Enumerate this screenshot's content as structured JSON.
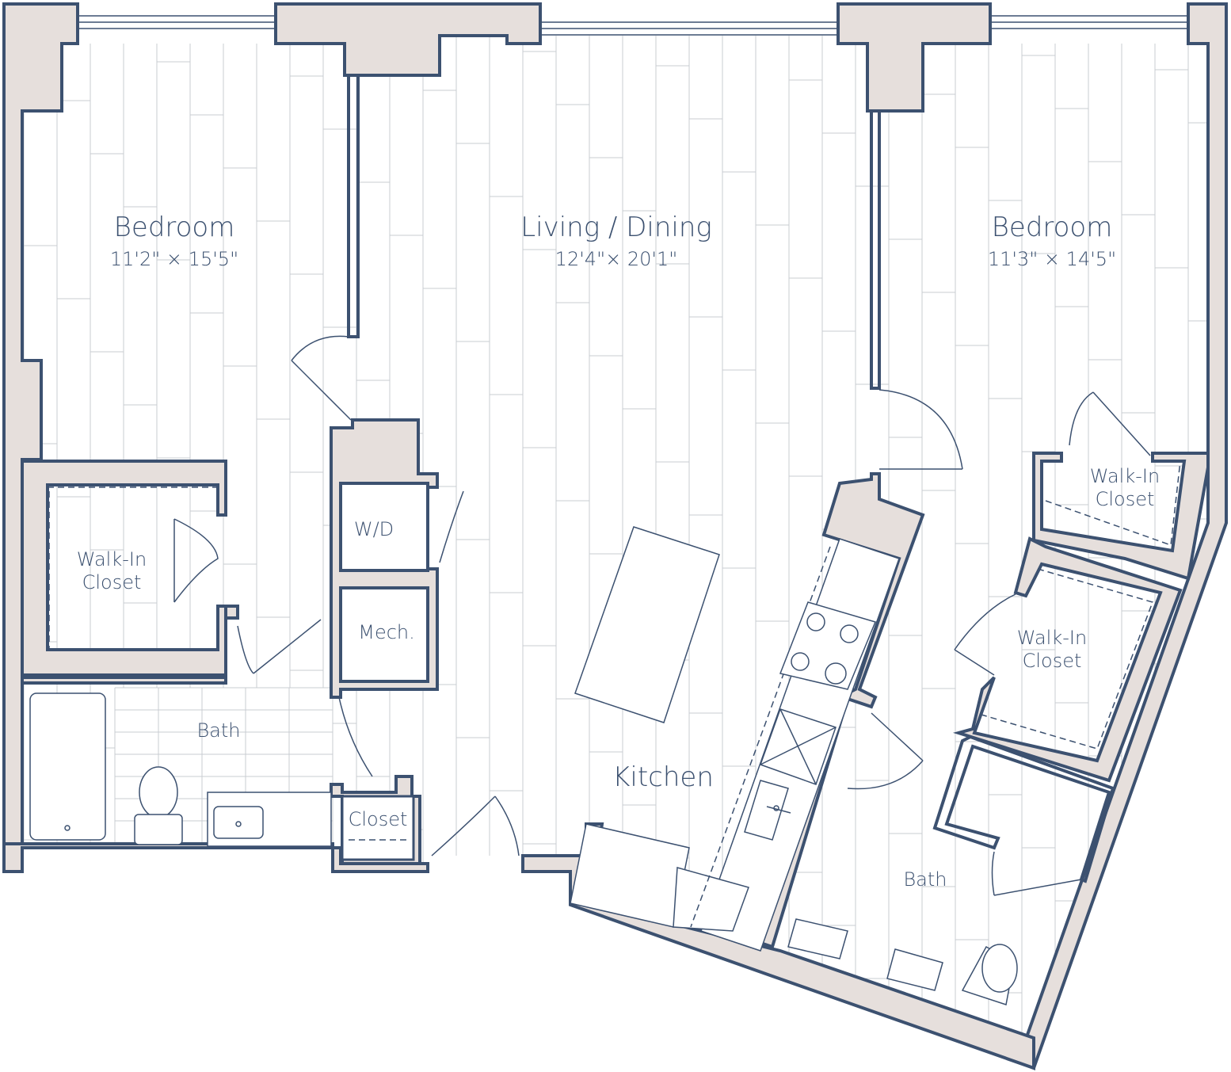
{
  "colors": {
    "wall_stroke": "#3c5170",
    "wall_fill": "#e6dfdc",
    "floor_lines": "#c8ccd2",
    "text": "#3c5170",
    "background": "#ffffff"
  },
  "rooms": {
    "bedroom_left": {
      "name": "Bedroom",
      "dims": "11'2\" × 15'5\""
    },
    "living_dining": {
      "name": "Living / Dining",
      "dims": "12'4\"× 20'1\""
    },
    "bedroom_right": {
      "name": "Bedroom",
      "dims": "11'3\" × 14'5\""
    },
    "walkin_left": {
      "line1": "Walk-In",
      "line2": "Closet"
    },
    "walkin_right_upper": {
      "line1": "Walk-In",
      "line2": "Closet"
    },
    "walkin_right_lower": {
      "line1": "Walk-In",
      "line2": "Closet"
    },
    "wd": {
      "name": "W/D"
    },
    "mech": {
      "name": "Mech."
    },
    "bath_left": {
      "name": "Bath"
    },
    "closet": {
      "name": "Closet"
    },
    "kitchen": {
      "name": "Kitchen"
    },
    "bath_right": {
      "name": "Bath"
    }
  }
}
